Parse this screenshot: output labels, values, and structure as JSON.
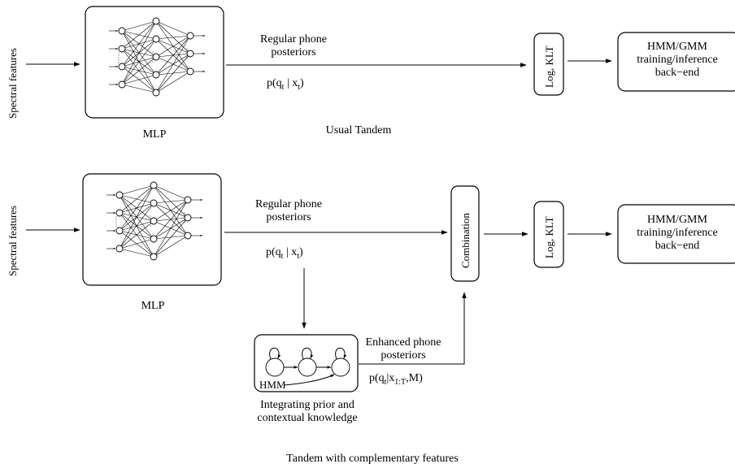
{
  "top_section": {
    "input_label": "Spectral features",
    "mlp_caption": "MLP",
    "edge_label_line1": "Regular phone",
    "edge_label_line2": "posteriors",
    "formula": {
      "prefix": "p(q",
      "sub1": "t",
      "mid": " | x",
      "sub2": "t",
      "suffix": ")"
    },
    "log_klt": "Log, KLT",
    "backend_line1": "HMM/GMM",
    "backend_line2": "training/inference",
    "backend_line3": "back−end",
    "caption": "Usual Tandem"
  },
  "bottom_section": {
    "input_label": "Spectral features",
    "mlp_caption": "MLP",
    "edge_label_line1": "Regular phone",
    "edge_label_line2": "posteriors",
    "formula": {
      "prefix": "p(q",
      "sub1": "t",
      "mid": " | x",
      "sub2": "t",
      "suffix": ")"
    },
    "combination": "Combination",
    "log_klt": "Log, KLT",
    "backend_line1": "HMM/GMM",
    "backend_line2": "training/inference",
    "backend_line3": "back−end",
    "hmm_label": "HMM",
    "hmm_caption_line1": "Integrating prior and",
    "hmm_caption_line2": "contextual knowledge",
    "enhanced_line1": "Enhanced phone",
    "enhanced_line2": "posteriors",
    "enhanced_formula": {
      "prefix": "p(q",
      "sub1": "t",
      "mid": "|x",
      "sub2": "1:T",
      "suffix": ",M)"
    },
    "caption": "Tandem with complementary features"
  }
}
